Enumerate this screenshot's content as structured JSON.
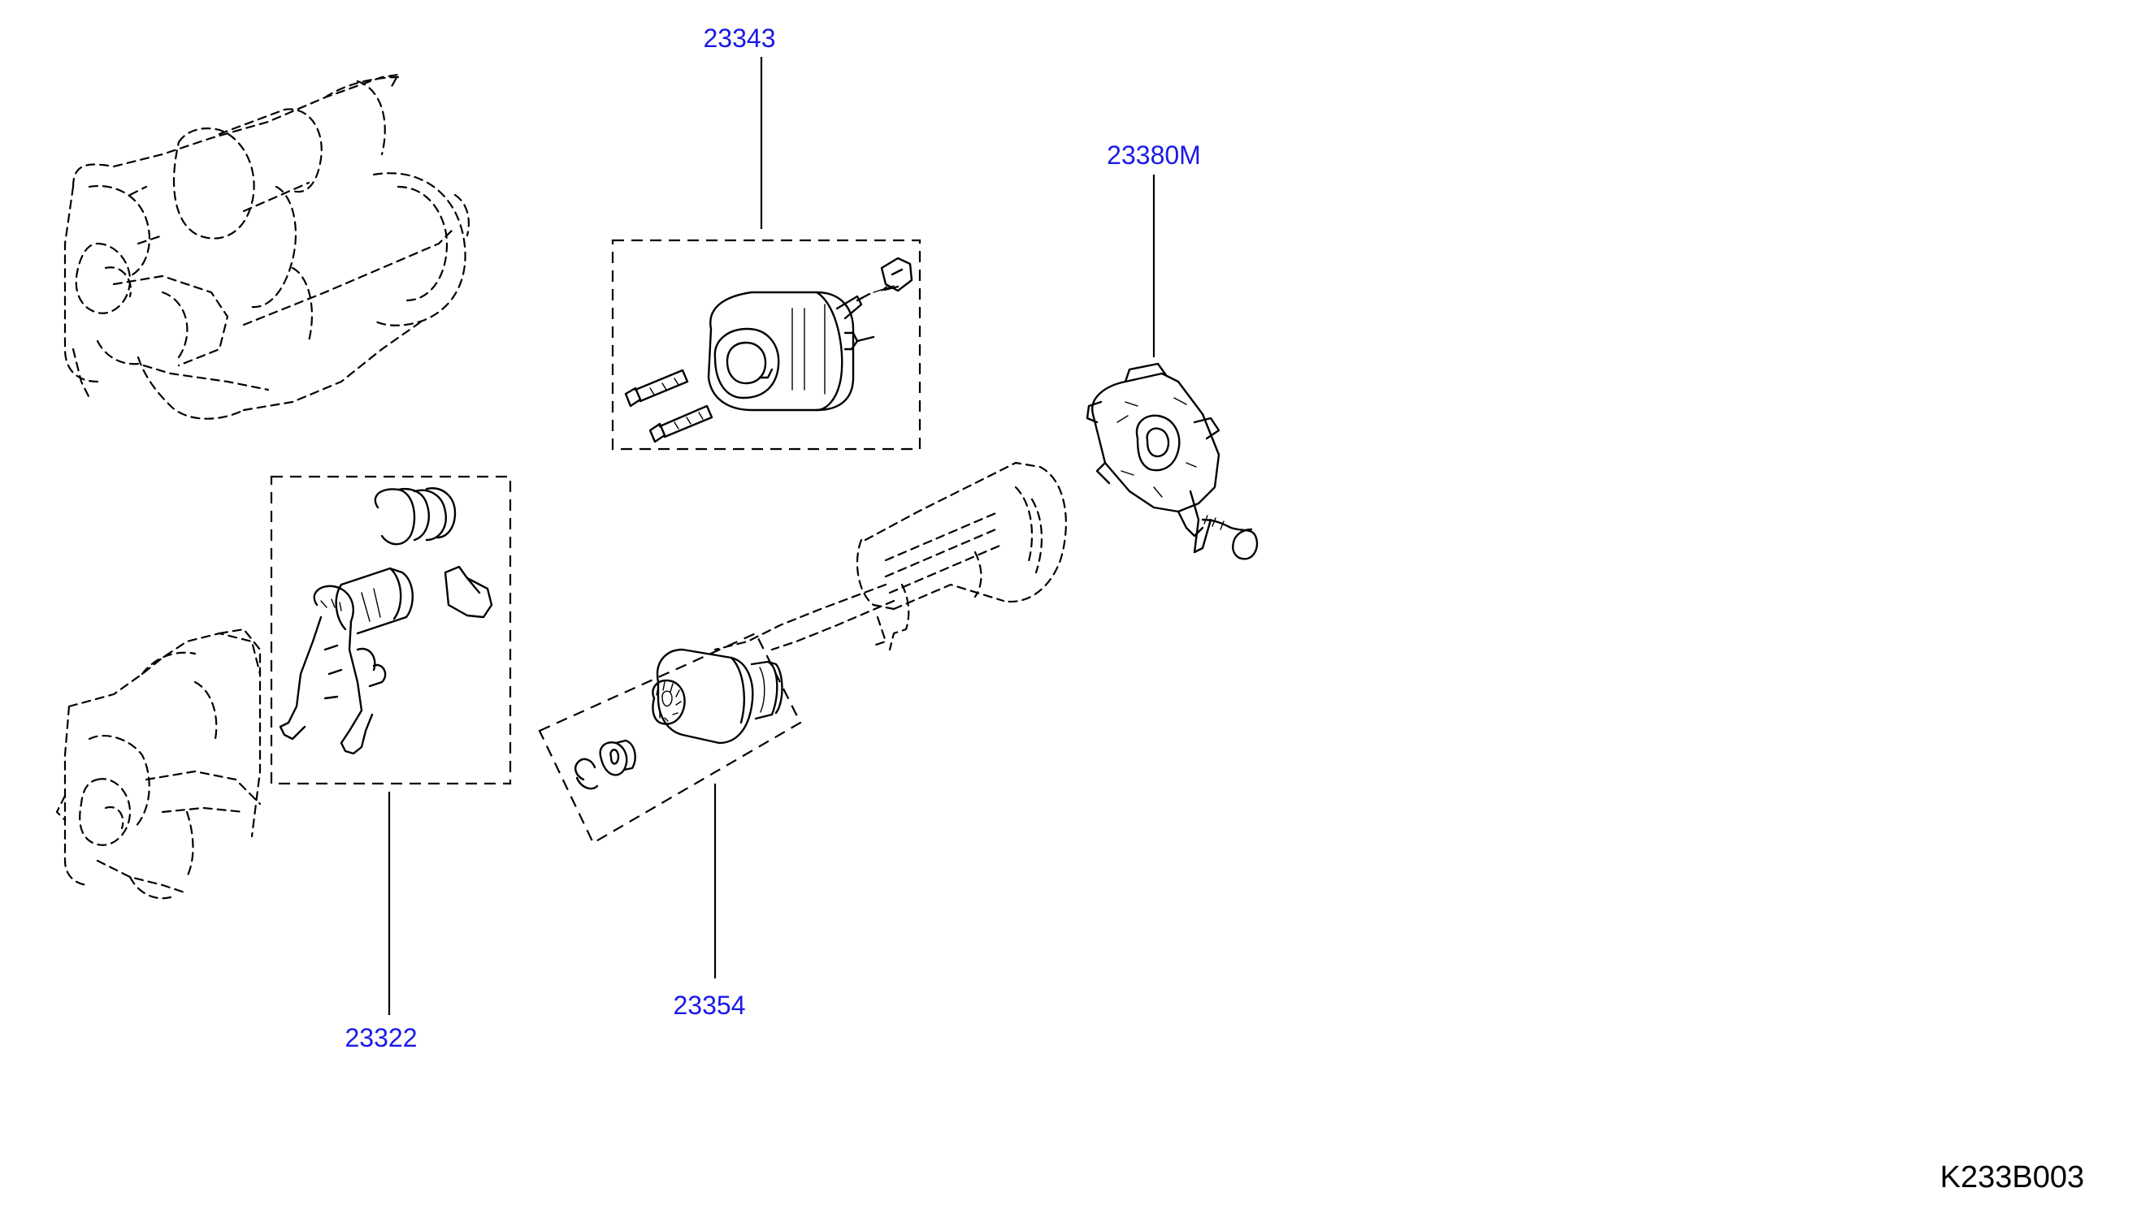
{
  "colors": {
    "callout": "#1a1ae6",
    "line": "#000000",
    "background": "#ffffff"
  },
  "callouts": {
    "solenoid": "23343",
    "brush_holder": "23380M",
    "lever_set": "23322",
    "pinion": "23354"
  },
  "drawing_code": "K233B003"
}
